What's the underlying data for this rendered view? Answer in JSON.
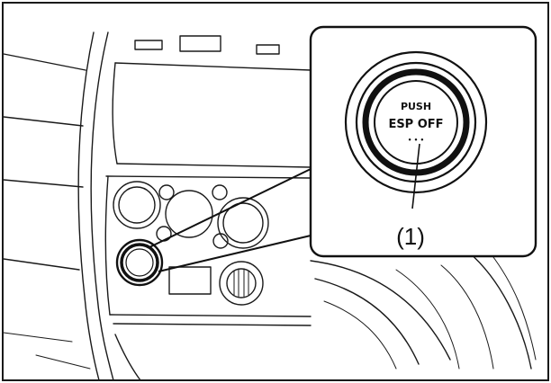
{
  "figure": {
    "callout_label": "(1)",
    "button_text": {
      "line1": "PUSH",
      "line2": "ESP OFF",
      "dots": "• • •"
    }
  }
}
